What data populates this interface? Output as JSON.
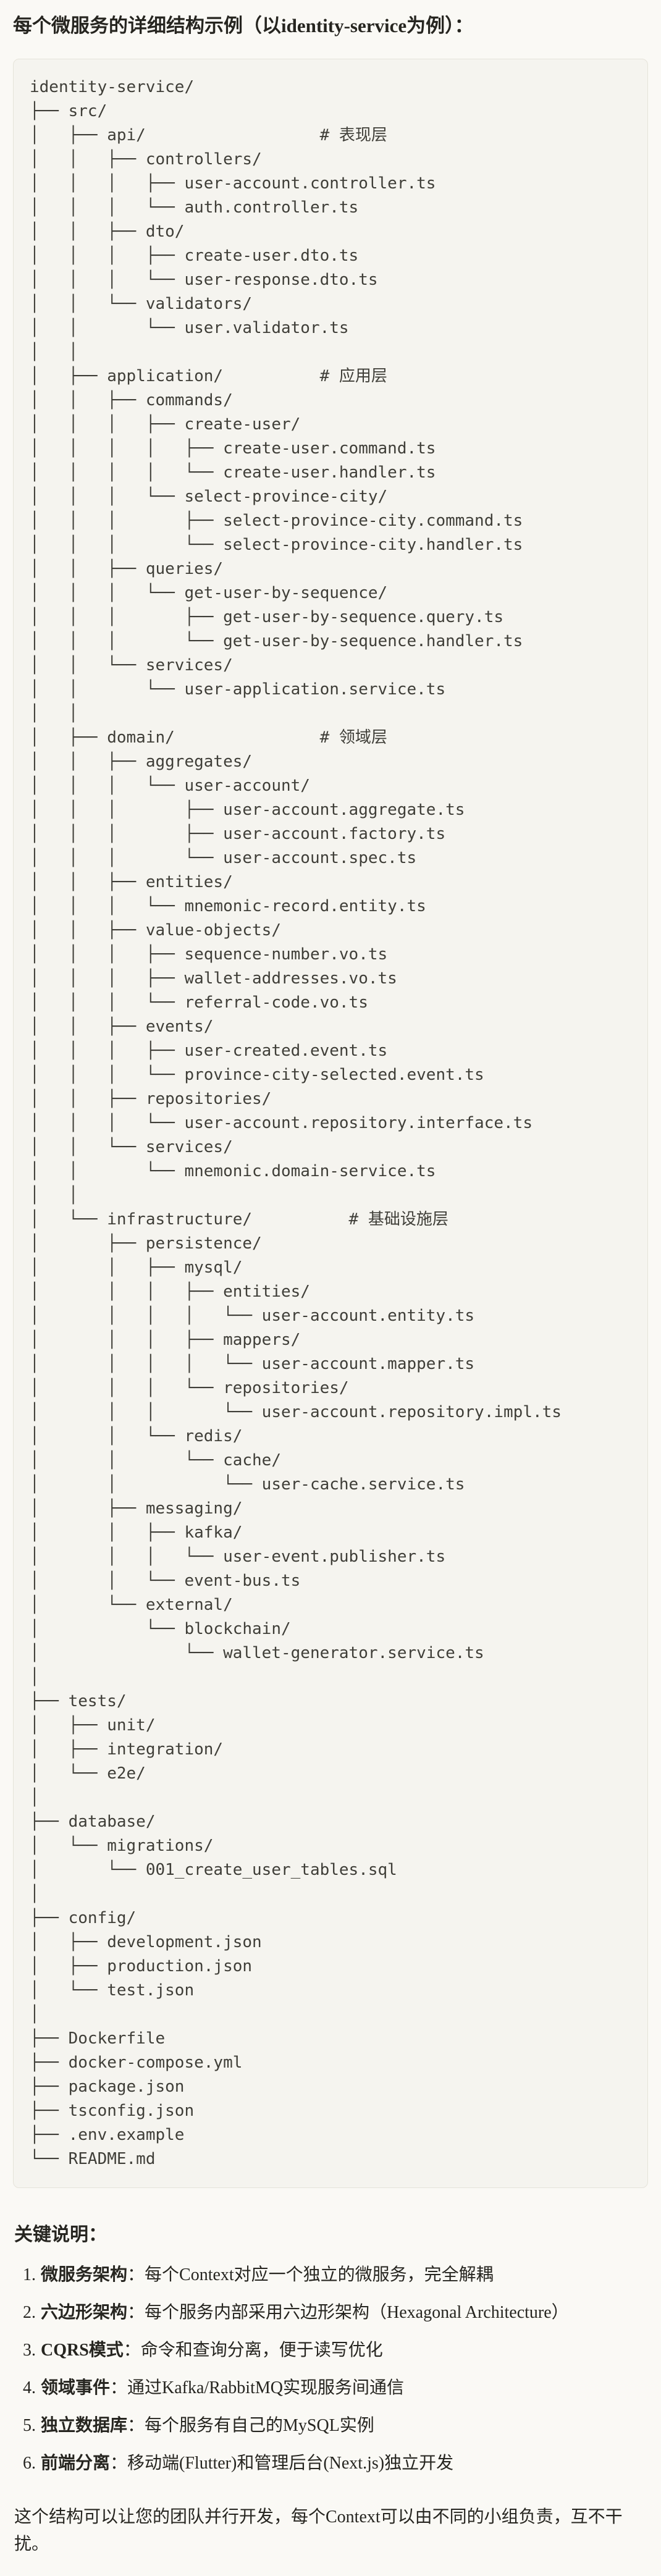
{
  "page": {
    "title": "每个微服务的详细结构示例（以identity-service为例）："
  },
  "colors": {
    "page_bg": "#faf9f5",
    "code_bg": "#f5f4ef",
    "code_border": "#e5e3da",
    "body_text": "#262520",
    "code_text": "#3f3e38"
  },
  "code": {
    "lines": [
      "identity-service/",
      "├── src/",
      "│   ├── api/                  # 表现层",
      "│   │   ├── controllers/",
      "│   │   │   ├── user-account.controller.ts",
      "│   │   │   └── auth.controller.ts",
      "│   │   ├── dto/",
      "│   │   │   ├── create-user.dto.ts",
      "│   │   │   └── user-response.dto.ts",
      "│   │   └── validators/",
      "│   │       └── user.validator.ts",
      "│   │",
      "│   ├── application/          # 应用层",
      "│   │   ├── commands/",
      "│   │   │   ├── create-user/",
      "│   │   │   │   ├── create-user.command.ts",
      "│   │   │   │   └── create-user.handler.ts",
      "│   │   │   └── select-province-city/",
      "│   │   │       ├── select-province-city.command.ts",
      "│   │   │       └── select-province-city.handler.ts",
      "│   │   ├── queries/",
      "│   │   │   └── get-user-by-sequence/",
      "│   │   │       ├── get-user-by-sequence.query.ts",
      "│   │   │       └── get-user-by-sequence.handler.ts",
      "│   │   └── services/",
      "│   │       └── user-application.service.ts",
      "│   │",
      "│   ├── domain/               # 领域层",
      "│   │   ├── aggregates/",
      "│   │   │   └── user-account/",
      "│   │   │       ├── user-account.aggregate.ts",
      "│   │   │       ├── user-account.factory.ts",
      "│   │   │       └── user-account.spec.ts",
      "│   │   ├── entities/",
      "│   │   │   └── mnemonic-record.entity.ts",
      "│   │   ├── value-objects/",
      "│   │   │   ├── sequence-number.vo.ts",
      "│   │   │   ├── wallet-addresses.vo.ts",
      "│   │   │   └── referral-code.vo.ts",
      "│   │   ├── events/",
      "│   │   │   ├── user-created.event.ts",
      "│   │   │   └── province-city-selected.event.ts",
      "│   │   ├── repositories/",
      "│   │   │   └── user-account.repository.interface.ts",
      "│   │   └── services/",
      "│   │       └── mnemonic.domain-service.ts",
      "│   │",
      "│   └── infrastructure/          # 基础设施层",
      "│       ├── persistence/",
      "│       │   ├── mysql/",
      "│       │   │   ├── entities/",
      "│       │   │   │   └── user-account.entity.ts",
      "│       │   │   ├── mappers/",
      "│       │   │   │   └── user-account.mapper.ts",
      "│       │   │   └── repositories/",
      "│       │   │       └── user-account.repository.impl.ts",
      "│       │   └── redis/",
      "│       │       └── cache/",
      "│       │           └── user-cache.service.ts",
      "│       ├── messaging/",
      "│       │   ├── kafka/",
      "│       │   │   └── user-event.publisher.ts",
      "│       │   └── event-bus.ts",
      "│       └── external/",
      "│           └── blockchain/",
      "│               └── wallet-generator.service.ts",
      "│",
      "├── tests/",
      "│   ├── unit/",
      "│   ├── integration/",
      "│   └── e2e/",
      "│",
      "├── database/",
      "│   └── migrations/",
      "│       └── 001_create_user_tables.sql",
      "│",
      "├── config/",
      "│   ├── development.json",
      "│   ├── production.json",
      "│   └── test.json",
      "│",
      "├── Dockerfile",
      "├── docker-compose.yml",
      "├── package.json",
      "├── tsconfig.json",
      "├── .env.example",
      "└── README.md"
    ]
  },
  "notes": {
    "heading": "关键说明：",
    "items": [
      {
        "num": "1.",
        "term": "微服务架构",
        "desc": "：每个Context对应一个独立的微服务，完全解耦"
      },
      {
        "num": "2.",
        "term": "六边形架构",
        "desc": "：每个服务内部采用六边形架构（Hexagonal Architecture）"
      },
      {
        "num": "3.",
        "term": "CQRS模式",
        "desc": "：命令和查询分离，便于读写优化"
      },
      {
        "num": "4.",
        "term": "领域事件",
        "desc": "：通过Kafka/RabbitMQ实现服务间通信"
      },
      {
        "num": "5.",
        "term": "独立数据库",
        "desc": "：每个服务有自己的MySQL实例"
      },
      {
        "num": "6.",
        "term": "前端分离",
        "desc": "：移动端(Flutter)和管理后台(Next.js)独立开发"
      }
    ],
    "footer": "这个结构可以让您的团队并行开发，每个Context可以由不同的小组负责，互不干扰。"
  }
}
